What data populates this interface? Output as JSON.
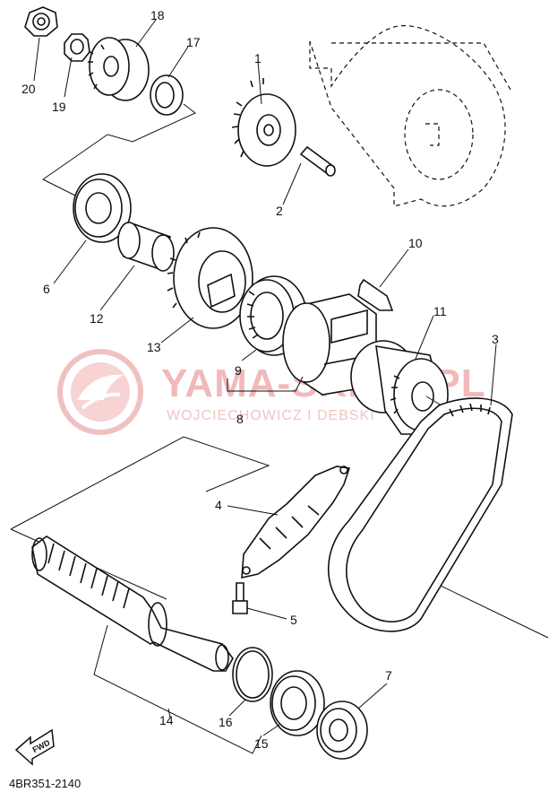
{
  "diagram_code": "4BR351-2140",
  "watermark": {
    "brand": "YAMA-SKLEP.PL",
    "subtitle": "WOJCIECHOWICZ I DEBSKI"
  },
  "fwd_label": "FWD",
  "callouts": [
    {
      "id": "1",
      "label": "1"
    },
    {
      "id": "2",
      "label": "2"
    },
    {
      "id": "3",
      "label": "3"
    },
    {
      "id": "4",
      "label": "4"
    },
    {
      "id": "5",
      "label": "5"
    },
    {
      "id": "6",
      "label": "6"
    },
    {
      "id": "7",
      "label": "7"
    },
    {
      "id": "8",
      "label": "8"
    },
    {
      "id": "9",
      "label": "9"
    },
    {
      "id": "10",
      "label": "10"
    },
    {
      "id": "11",
      "label": "11"
    },
    {
      "id": "12",
      "label": "12"
    },
    {
      "id": "13",
      "label": "13"
    },
    {
      "id": "14",
      "label": "14"
    },
    {
      "id": "15",
      "label": "15"
    },
    {
      "id": "16",
      "label": "16"
    },
    {
      "id": "17",
      "label": "17"
    },
    {
      "id": "18",
      "label": "18"
    },
    {
      "id": "19",
      "label": "19"
    },
    {
      "id": "20",
      "label": "20"
    }
  ]
}
